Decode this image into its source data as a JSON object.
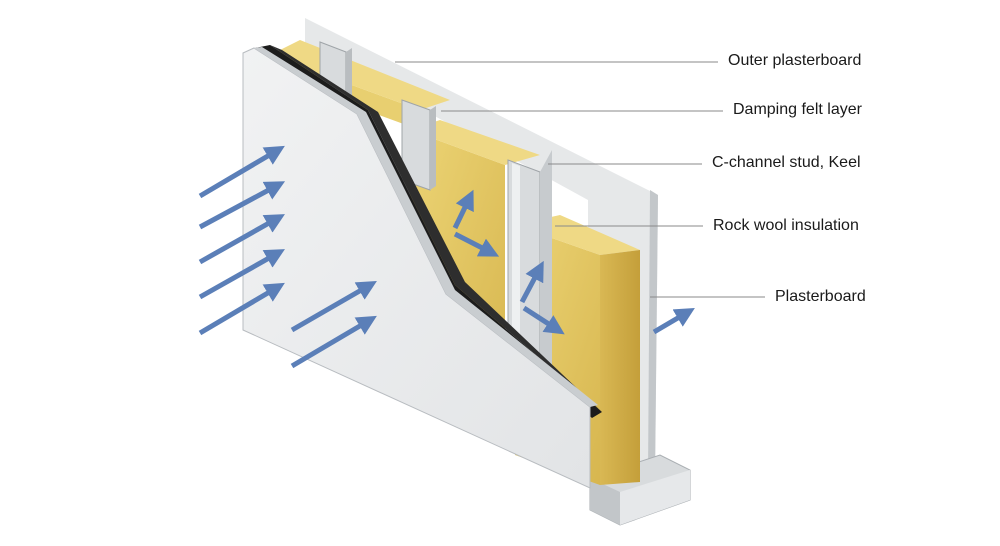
{
  "colors": {
    "plasterboard": "#e9ebec",
    "board_edge": "#c6cacd",
    "insulation": "#e2c863",
    "insulation_dark": "#c8a43c",
    "felt": "#1c1c1c",
    "stud": "#d6dadc",
    "arrow": "#5b7fb8",
    "leader": "#8a8a8a"
  },
  "labels": {
    "outer_plasterboard": "Outer plasterboard",
    "damping_felt": "Damping felt layer",
    "stud": "C-channel stud, Keel",
    "rock_wool": "Rock wool insulation",
    "plasterboard": "Plasterboard"
  },
  "icons": {
    "sound_arrow": "arrow-icon"
  }
}
